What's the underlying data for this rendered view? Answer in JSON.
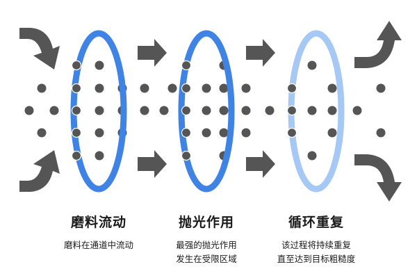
{
  "diagram": {
    "stages": [
      {
        "title": "磨料流动",
        "lines": [
          "磨料在通道中流动"
        ],
        "ring_color": "#3f84e5"
      },
      {
        "title": "抛光作用",
        "lines": [
          "最强的抛光作用",
          "发生在受限区域"
        ],
        "ring_color": "#3f84e5"
      },
      {
        "title": "循环重复",
        "lines": [
          "该过程将持续重复",
          "直至达到目标粗糙度"
        ],
        "ring_color": "#a6c8f5"
      }
    ],
    "colors": {
      "dot": "#555555",
      "arrow": "#555555",
      "text": "#1a1a1a",
      "ring_strong": "#3f84e5",
      "ring_light": "#a6c8f5"
    }
  }
}
